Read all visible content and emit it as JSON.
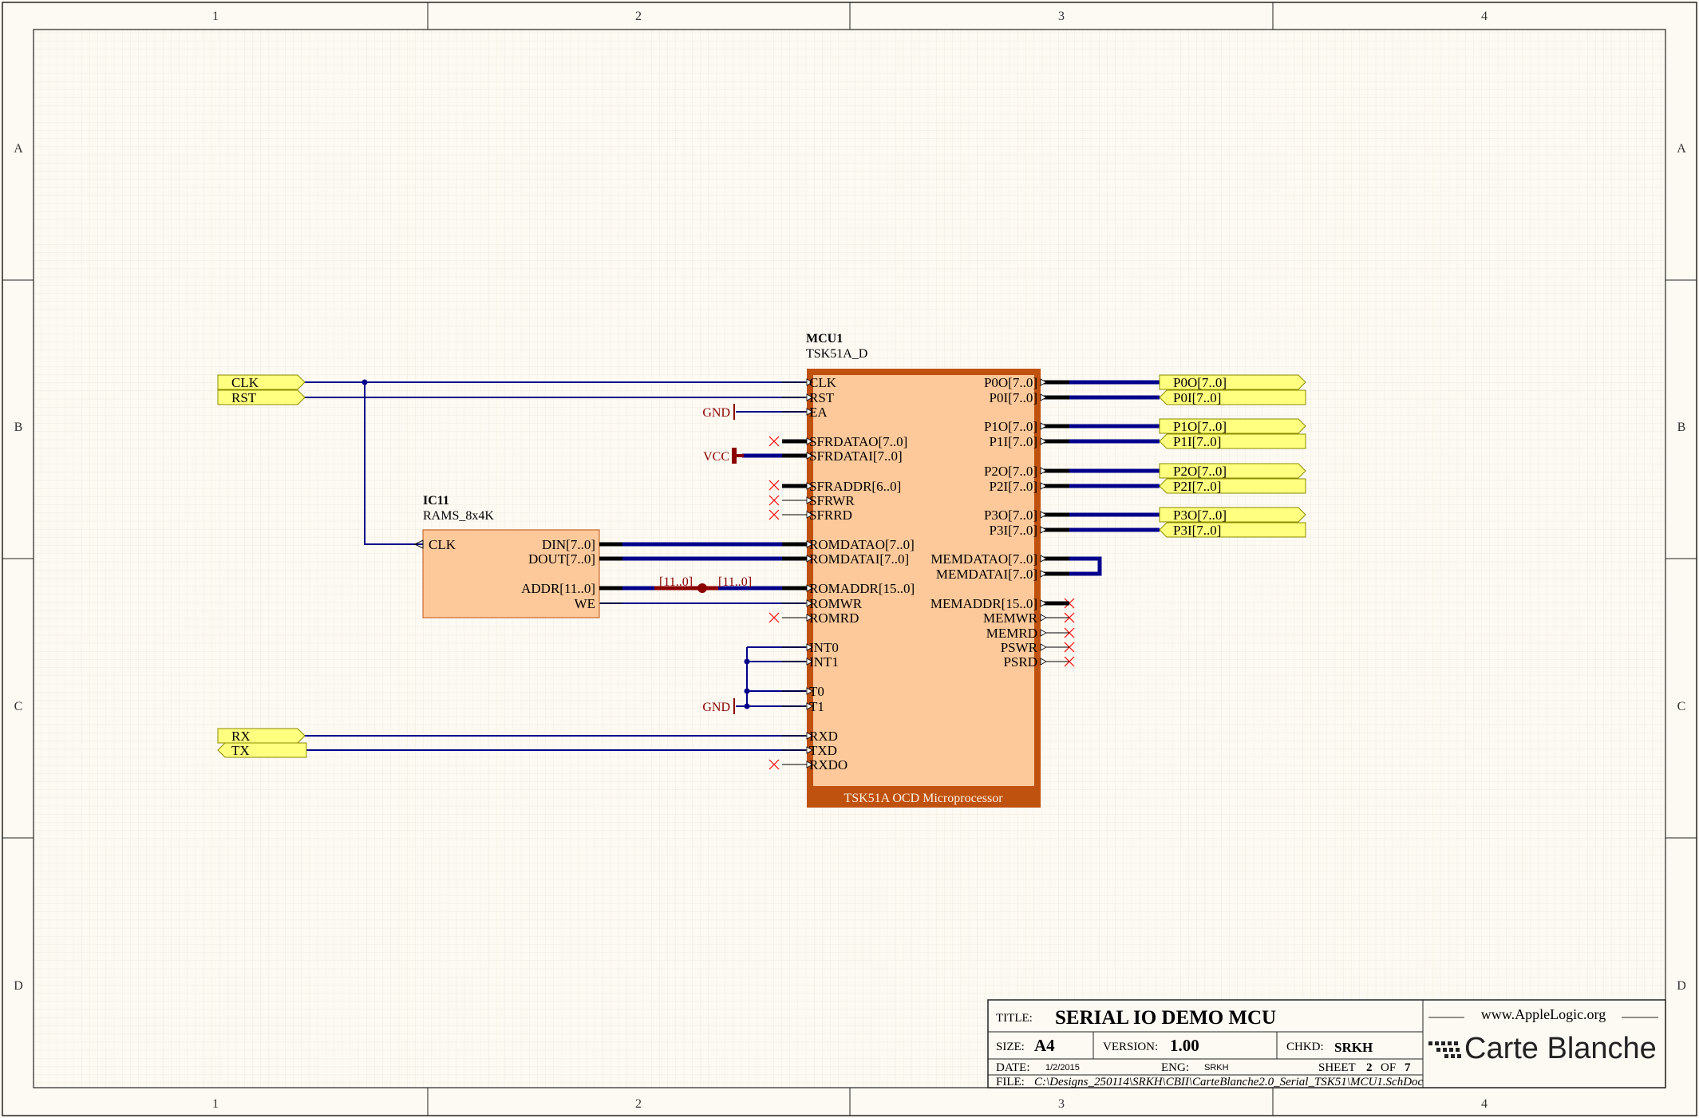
{
  "sheet": {
    "zones_cols": [
      "1",
      "2",
      "3",
      "4"
    ],
    "zones_rows": [
      "A",
      "B",
      "C",
      "D"
    ]
  },
  "components": {
    "mcu": {
      "designator": "MCU1",
      "comment": "TSK51A_D",
      "footer": "TSK51A OCD Microprocessor",
      "left_pins": [
        "CLK",
        "RST",
        "EA",
        "SFRDATAO[7..0]",
        "SFRDATAI[7..0]",
        "SFRADDR[6..0]",
        "SFRWR",
        "SFRRD",
        "ROMDATAO[7..0]",
        "ROMDATAI[7..0]",
        "ROMADDR[15..0]",
        "ROMWR",
        "ROMRD",
        "INT0",
        "INT1",
        "T0",
        "T1",
        "RXD",
        "TXD",
        "RXDO"
      ],
      "right_pins": [
        "P0O[7..0]",
        "P0I[7..0]",
        "P1O[7..0]",
        "P1I[7..0]",
        "P2O[7..0]",
        "P2I[7..0]",
        "P3O[7..0]",
        "P3I[7..0]",
        "MEMDATAO[7..0]",
        "MEMDATAI[7..0]",
        "MEMADDR[15..0]",
        "MEMWR",
        "MEMRD",
        "PSWR",
        "PSRD"
      ]
    },
    "ram": {
      "designator": "IC11",
      "comment": "RAMS_8x4K",
      "left_pins": [
        "CLK"
      ],
      "right_pins": [
        "DIN[7..0]",
        "DOUT[7..0]",
        "ADDR[11..0]",
        "WE"
      ]
    }
  },
  "ports": {
    "left": [
      "CLK",
      "RST",
      "RX",
      "TX"
    ],
    "right": [
      "P0O[7..0]",
      "P0I[7..0]",
      "P1O[7..0]",
      "P1I[7..0]",
      "P2O[7..0]",
      "P2I[7..0]",
      "P3O[7..0]",
      "P3I[7..0]"
    ]
  },
  "power": {
    "gnd_ea": "GND",
    "vcc": "VCC",
    "gnd_t1": "GND"
  },
  "bus_labels": {
    "left": "[11..0]",
    "right": "[11..0]"
  },
  "title_block": {
    "title_label": "TITLE:",
    "title": "SERIAL IO DEMO MCU",
    "size_label": "SIZE:",
    "size": "A4",
    "version_label": "VERSION:",
    "version": "1.00",
    "chkd_label": "CHKD:",
    "chkd": "SRKH",
    "date_label": "DATE:",
    "date": "1/2/2015",
    "eng_label": "ENG:",
    "eng": "SRKH",
    "sheet_label": "SHEET",
    "sheet_num": "2",
    "of_label": "OF",
    "sheet_total": "7",
    "file_label": "FILE:",
    "file": "C:\\Designs_250114\\SRKH\\CBII\\CarteBlanche2.0_Serial_TSK51\\MCU1.SchDoc",
    "url": "www.AppleLogic.org",
    "logo": "Carte Blanche"
  },
  "colors": {
    "wire": "#00008b",
    "power": "#8b0000",
    "mcu_border": "#c0520f",
    "component_fill": "#fdc99a",
    "port_fill": "#ffff80",
    "grid": "#ece8da",
    "no_connect": "#ff0000"
  }
}
